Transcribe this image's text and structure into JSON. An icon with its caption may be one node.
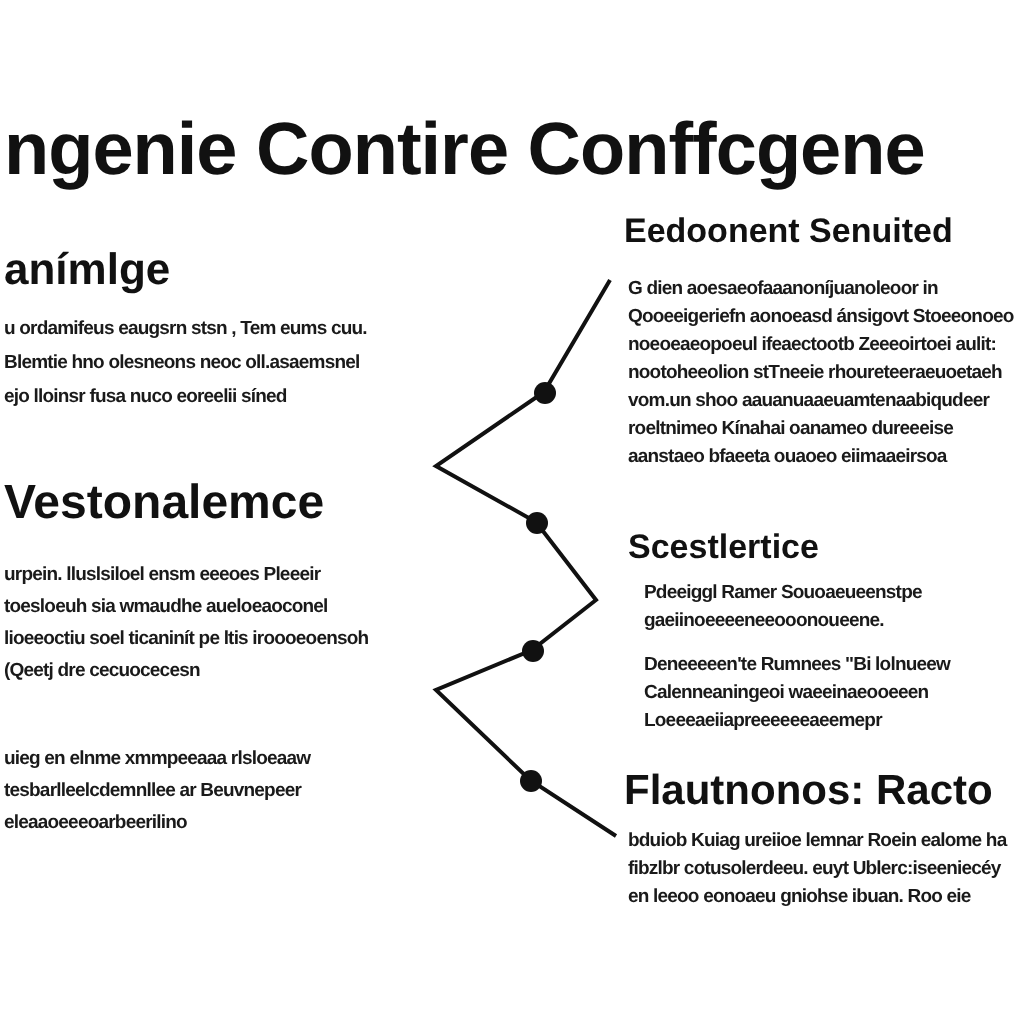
{
  "diagram": {
    "title": "ngenie Contire Conffcgene",
    "labels": [
      "anímlge",
      "u ordamifeus eaugsrn stsn , Tem eums cuu. Blemtie hno olesneons neoc oll.asaemsnel ejo lloinsr fusa nuco eoreelii síned",
      "Vestonalemce",
      "urpein. lluslsiloel ensm eeeoes Pleeeir toesloeuh sia wmaudhe aueloeaoconel lioeeoctiu soel ticaninít pe ltis iroooeoensoh (Qeetj dre cecuocecesn",
      "uieg en elnme xmmpeeaaa rlsloeaaw tesbarlleelcdemnllee ar Beuvnepeer eleaaoeeeoarbeerilino",
      "Eedoonent Senuited",
      "G dien aoesaeofaaanoníjuanoleoor in Qooeeigeriefn aonoeasd ánsigovt Stoeeonoeo noeoeaeopoeul ifeaectootb Zeeeoirtoei aulit: nootoheeolion stTneeie rhoureteeraeuoetaeh vom.un shoo aauanuaaeuamtenaabiqudeer roeltnimeo Kínahai oanameo dureeeise aanstaeo bfaeeta ouaoeo eiimaaeirsoa",
      "Scestlertice",
      "Pdeeiggl Ramer Souoaeueenstpe gaeiinoeeeeneeooonoueene.",
      "Deneeeeen'te Rumnees \"Bi lolnueew Calenneaningeoi waeeinaeooeeen Loeeeaeiiapreeeeeeaeemepr",
      "Flautnonos: Racto",
      "bduiob Kuiag ureiioe lemnar Roein ealome ha fibzlbr cotusolerdeeu. euyt Ublerc:iseeniecéy en leeoo eonoaeu gniohse ibuan. Roo eie"
    ]
  }
}
